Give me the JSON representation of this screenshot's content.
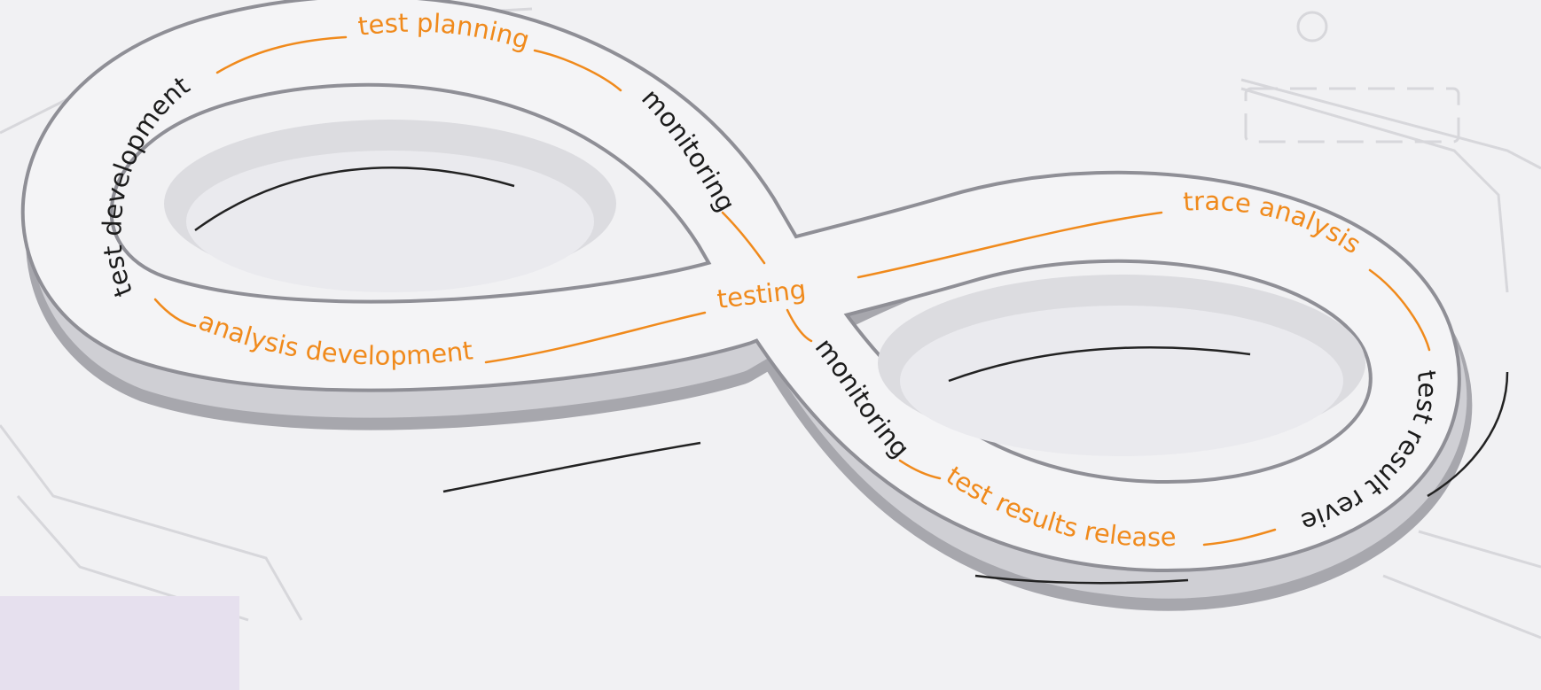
{
  "colors": {
    "background": "#f1f1f3",
    "loop_top": "#f4f4f6",
    "loop_side": "#c9c9cd",
    "loop_shadow": "#8e8e94",
    "accent_orange": "#f08a1c",
    "text_black": "#1b1b1b",
    "corner_panel": "#e6e0ee"
  },
  "diagram": {
    "title": "",
    "center_label": "testing",
    "labels": {
      "test_planning": "test planning",
      "monitoring_top": "monitoring",
      "test_development": "test development",
      "analysis_development": "analysis development",
      "monitoring_bottom": "monitoring",
      "trace_analysis": "trace analysis",
      "test_result_review": "test result review",
      "test_results_release": "test results release"
    },
    "label_colors": {
      "test_planning": "orange",
      "monitoring_top": "black",
      "test_development": "black",
      "analysis_development": "orange",
      "testing": "orange",
      "monitoring_bottom": "black",
      "trace_analysis": "orange",
      "test_result_review": "black",
      "test_results_release": "orange"
    }
  }
}
